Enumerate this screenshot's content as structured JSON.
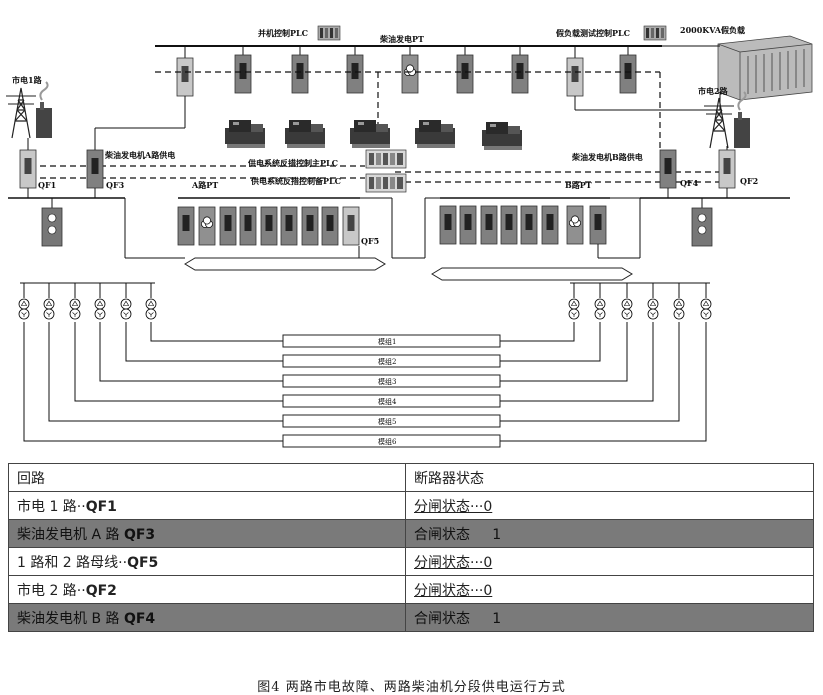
{
  "diagram": {
    "labels": {
      "parallel_plc": "并机控制PLC",
      "diesel_pt": "柴油发电PT",
      "load_test_plc": "假负载测试控制PLC",
      "dummy_load": "2000KVA假负载",
      "grid1": "市电1路",
      "grid2": "市电2路",
      "diesel_a_supply": "柴油发电机A路供电",
      "diesel_b_supply": "柴油发电机B路供电",
      "feedback_main_plc": "供电系统反措控制主PLC",
      "feedback_backup_plc": "供电系统反措控制备PLC",
      "a_pt": "A路PT",
      "b_pt": "B路PT",
      "qf1": "QF1",
      "qf2": "QF2",
      "qf3": "QF3",
      "qf4": "QF4",
      "qf5": "QF5"
    },
    "modules": [
      "模组1",
      "模组2",
      "模组3",
      "模组4",
      "模组5",
      "模组6"
    ]
  },
  "table": {
    "header": [
      "回路",
      "断路器状态"
    ],
    "rows": [
      {
        "circuit_text": "市电 1 路··",
        "breaker": "QF1",
        "status": "分闸状态···0",
        "dark": false
      },
      {
        "circuit_text": "柴油发电机 A 路 ",
        "breaker": "QF3",
        "status": "合闸状态     1",
        "dark": true
      },
      {
        "circuit_text": "1 路和 2 路母线··",
        "breaker": "QF5",
        "status": "分闸状态···0",
        "dark": false
      },
      {
        "circuit_text": "市电 2 路··",
        "breaker": "QF2",
        "status": "分闸状态···0",
        "dark": false
      },
      {
        "circuit_text": "柴油发电机 B 路 ",
        "breaker": "QF4",
        "status": "合闸状态     1",
        "dark": true
      }
    ]
  },
  "caption": "图4    两路市电故障、两路柴油机分段供电运行方式"
}
